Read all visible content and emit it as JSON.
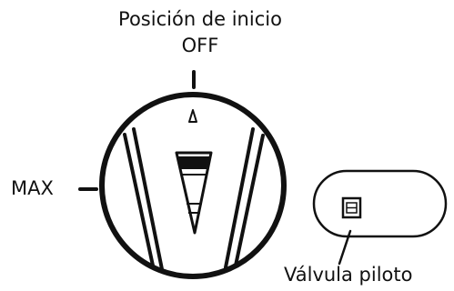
{
  "labels": {
    "start_position": "Posición de inicio",
    "off": "OFF",
    "max": "MAX",
    "pilot_valve": "Válvula piloto"
  },
  "colors": {
    "ink": "#111111",
    "background": "#ffffff"
  }
}
